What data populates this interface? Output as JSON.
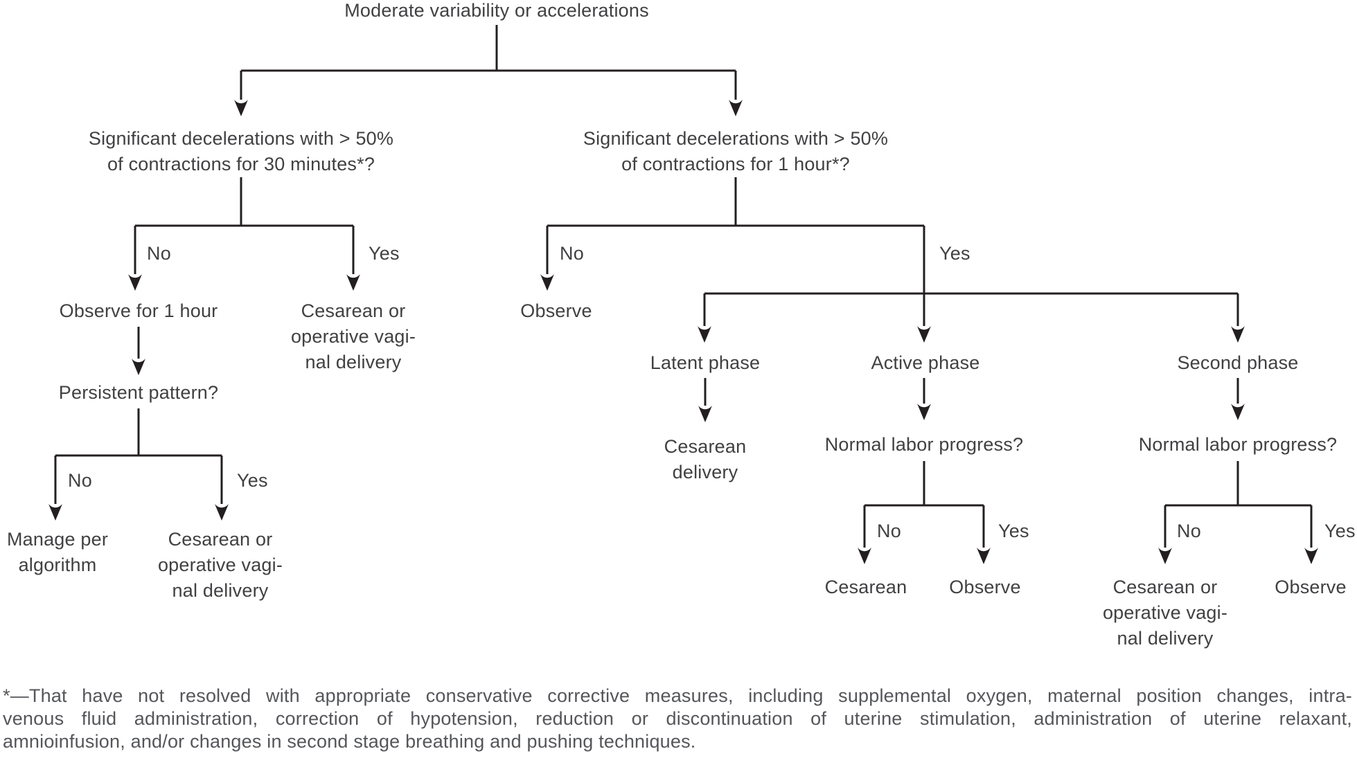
{
  "figure": {
    "background_color": "#ffffff",
    "line_color": "#231f20",
    "text_color": "#414042",
    "footnote_color": "#55565a"
  },
  "labels": {
    "no": "No",
    "yes": "Yes"
  },
  "nodes": {
    "root": "Moderate variability or accelerations",
    "question_30min": {
      "line1": "Significant decelerations with > 50%",
      "line2": "of contractions for 30 minutes*?"
    },
    "question_1hour": {
      "line1": "Significant decelerations with > 50%",
      "line2": "of contractions for 1 hour*?"
    },
    "observe_1_hour": "Observe for 1 hour",
    "persistent_pattern": "Persistent pattern?",
    "manage_per_algorithm": {
      "line1": "Manage per",
      "line2": "algorithm"
    },
    "cesarean_or_operative": {
      "line1": "Cesarean or",
      "line2": "operative vagi-",
      "line3": "nal delivery"
    },
    "observe": "Observe",
    "latent_phase": "Latent phase",
    "active_phase": "Active phase",
    "second_phase": "Second phase",
    "cesarean_delivery": {
      "line1": "Cesarean",
      "line2": "delivery"
    },
    "normal_labor_progress": "Normal labor progress?",
    "cesarean": "Cesarean"
  },
  "footnote": {
    "line1": "*—That have not resolved with appropriate conservative corrective measures, including supplemental oxygen, maternal position changes, intra-",
    "line2": "venous fluid administration, correction of hypotension, reduction or discontinuation of uterine stimulation, administration of uterine relaxant,",
    "line3": "amnioinfusion, and/or changes in second stage breathing and pushing techniques."
  }
}
